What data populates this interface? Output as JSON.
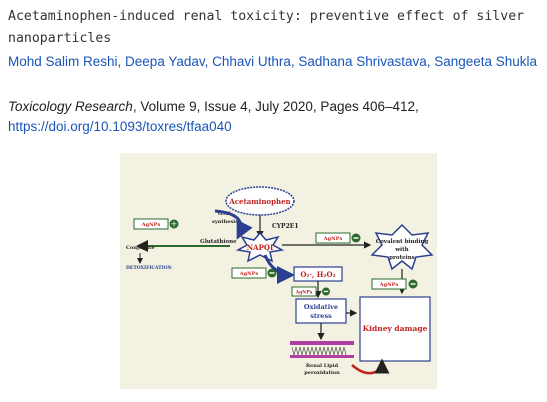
{
  "article": {
    "title": "Acetaminophen-induced renal toxicity: preventive effect of silver nanoparticles",
    "authors": "Mohd Salim Reshi, Deepa Yadav, Chhavi Uthra, Sadhana Shrivastava, Sangeeta Shukla",
    "journal": "Toxicology Research",
    "details": ", Volume 9, Issue 4, July 2020, Pages 406–412,",
    "doi": "https://doi.org/10.1093/toxres/tfaa040"
  },
  "figure": {
    "acetaminophen": "Acetaminophen",
    "gsh": "GSH",
    "synthesis": "synthesis",
    "cyp": "CYP2E1",
    "agnps": "AgNPs",
    "glutathione": "Glutathione",
    "conjugate": "Conjugate",
    "napqi": "NAPQI",
    "detox": "DETOXIFICATION",
    "covalent1": "Covalent binding",
    "covalent2": "with",
    "covalent3": "proteins",
    "ros": "O₂·, H₂O₂",
    "oxidative1": "Oxidative",
    "oxidative2": "stress",
    "kidney": "Kidney damage",
    "lipid1": "Renal Lipid",
    "lipid2": "peroxidation",
    "colors": {
      "red": "#c0241f",
      "green": "#2c6b2c",
      "blue": "#2a3f8f"
    }
  }
}
